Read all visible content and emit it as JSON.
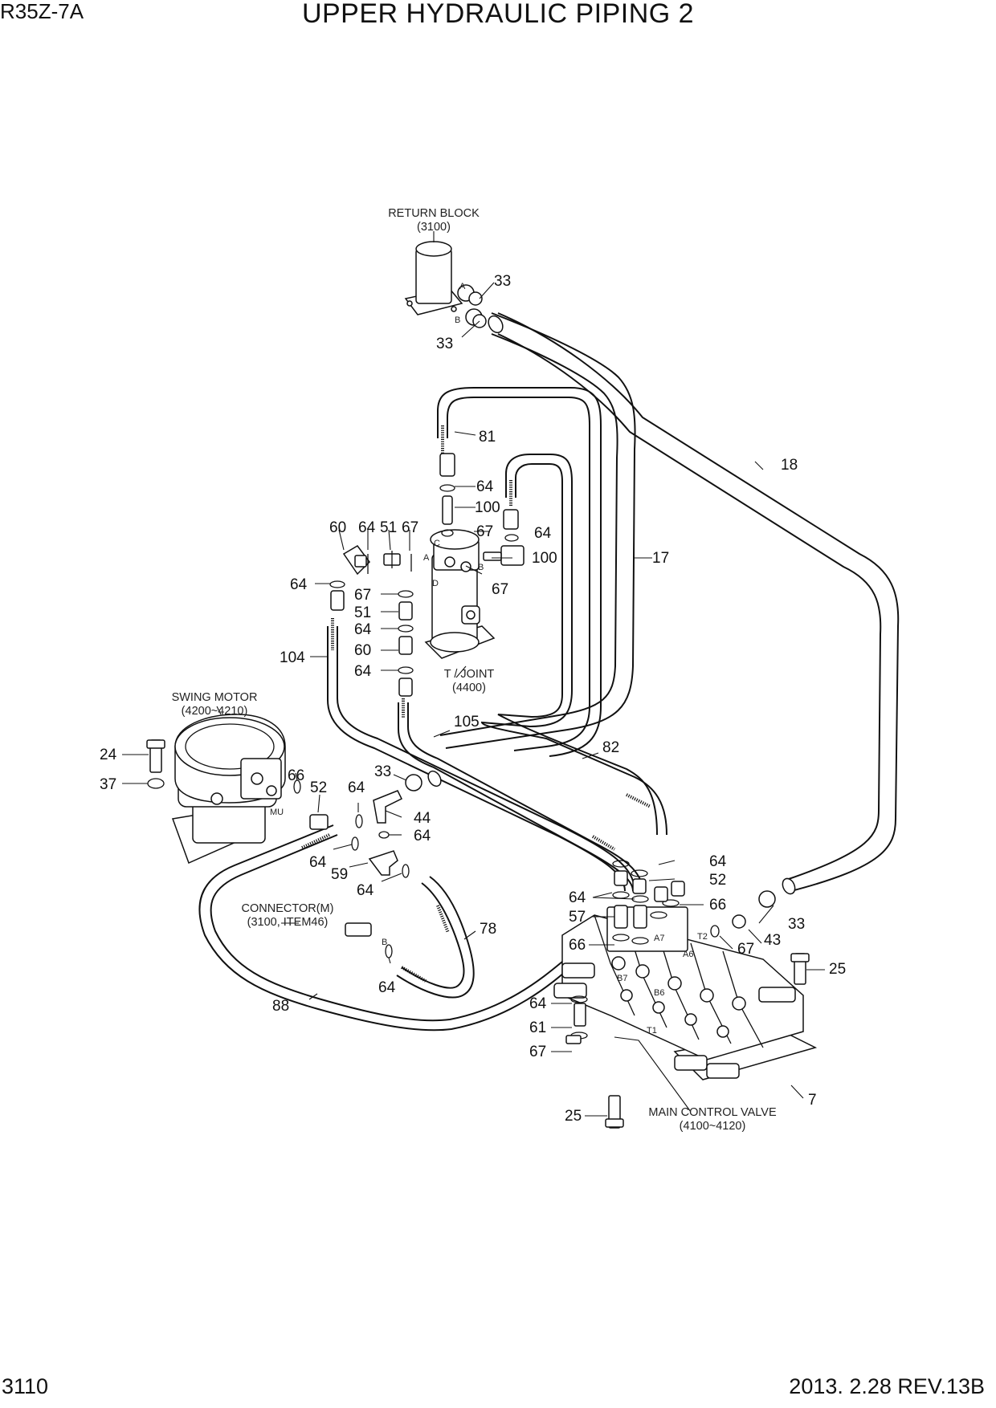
{
  "header": {
    "model": "R35Z-7A",
    "title": "UPPER HYDRAULIC PIPING 2"
  },
  "footer": {
    "page_number": "3110",
    "revision": "2013. 2.28  REV.13B"
  },
  "captions": {
    "return_block": [
      "RETURN BLOCK",
      "(3100)"
    ],
    "t_joint": [
      "T / JOINT",
      "(4400)"
    ],
    "swing_motor": [
      "SWING MOTOR",
      "(4200~4210)"
    ],
    "connector": [
      "CONNECTOR(M)",
      "(3100, ITEM46)"
    ],
    "main_control_valve": [
      "MAIN CONTROL VALVE",
      "(4100~4120)"
    ]
  },
  "ports": [
    "A",
    "B",
    "C",
    "D",
    "A",
    "B",
    "MU",
    "B",
    "B7",
    "A7",
    "A6",
    "B6",
    "T1",
    "T2"
  ],
  "part_numbers": [
    "33",
    "33",
    "81",
    "18",
    "64",
    "100",
    "60",
    "64",
    "51",
    "67",
    "67",
    "64",
    "100",
    "17",
    "64",
    "67",
    "67",
    "51",
    "64",
    "60",
    "104",
    "64",
    "105",
    "82",
    "24",
    "66",
    "52",
    "64",
    "33",
    "37",
    "44",
    "64",
    "64",
    "59",
    "64",
    "64",
    "52",
    "64",
    "66",
    "57",
    "33",
    "78",
    "43",
    "66",
    "67",
    "25",
    "64",
    "88",
    "61",
    "67",
    "7",
    "25",
    "64"
  ]
}
